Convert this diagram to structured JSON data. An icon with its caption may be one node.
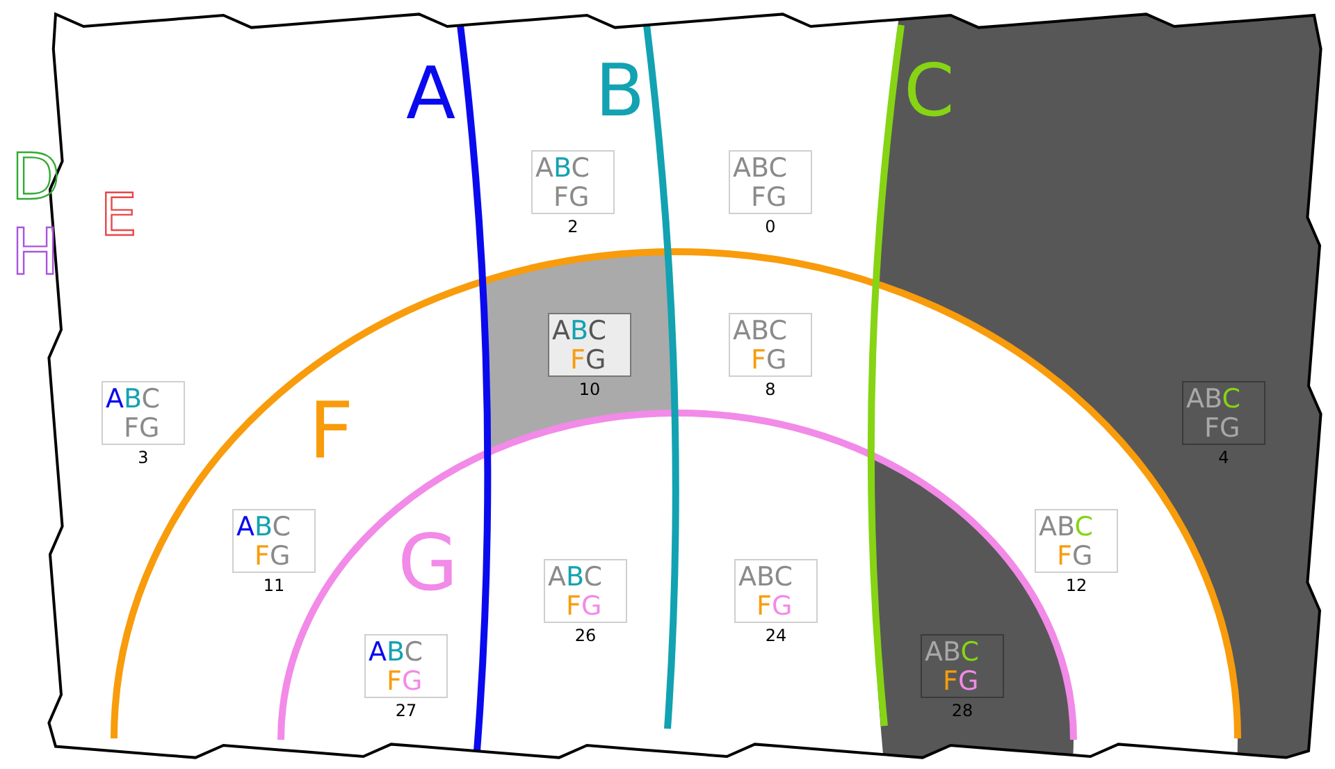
{
  "diagram": {
    "nodes": [
      {
        "text": [
          "ABC",
          "FG"
        ],
        "beside": [
          "2"
        ]
      },
      {
        "text": [
          "ABC",
          "FG"
        ],
        "beside": [
          "0"
        ]
      },
      {
        "text": [
          "ABC",
          "FG"
        ],
        "beside": [
          "10"
        ]
      },
      {
        "text": [
          "ABC",
          "FG"
        ],
        "beside": [
          "8"
        ]
      },
      {
        "text": [
          "ABC",
          "FG"
        ],
        "beside": [
          "3"
        ]
      },
      {
        "text": [
          "ABC",
          "FG"
        ],
        "beside": [
          "4"
        ]
      },
      {
        "text": [
          "ABC",
          "FG"
        ],
        "beside": [
          "11"
        ]
      },
      {
        "text": [
          "ABC",
          "FG"
        ],
        "beside": [
          "12"
        ]
      },
      {
        "text": [
          "ABC",
          "FG"
        ],
        "beside": [
          "26"
        ]
      },
      {
        "text": [
          "ABC",
          "FG"
        ],
        "beside": [
          "24"
        ]
      },
      {
        "text": [
          "ABC",
          "FG"
        ],
        "beside": [
          "27"
        ]
      },
      {
        "text": [
          "ABC",
          "FG"
        ],
        "beside": [
          "28"
        ]
      }
    ],
    "labels": [
      "A",
      "B",
      "C",
      "D",
      "E",
      "H",
      "F",
      "G"
    ]
  }
}
